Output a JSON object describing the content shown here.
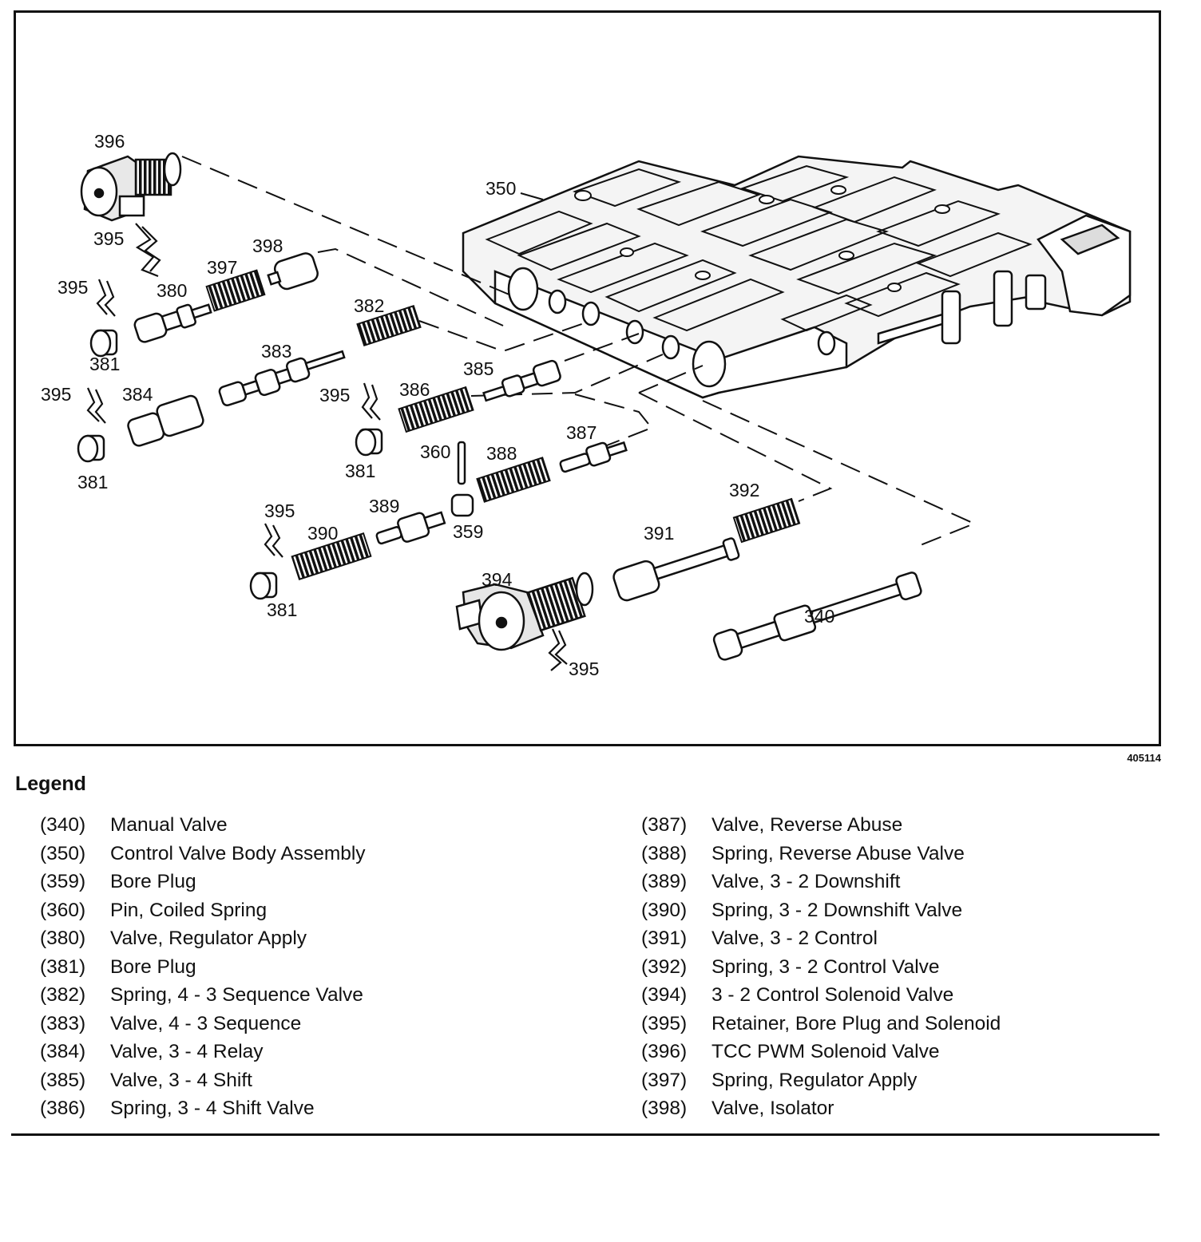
{
  "figure_id": "405114",
  "callouts": {
    "c396": "396",
    "c395a": "395",
    "c398": "398",
    "c397": "397",
    "c380": "380",
    "c395b": "395",
    "c381a": "381",
    "c350": "350",
    "c382": "382",
    "c383": "383",
    "c395c": "395",
    "c384": "384",
    "c381b": "381",
    "c385": "385",
    "c395d": "395",
    "c386": "386",
    "c381c": "381",
    "c360": "360",
    "c388": "388",
    "c387": "387",
    "c395e": "395",
    "c389": "389",
    "c359": "359",
    "c390": "390",
    "c381d": "381",
    "c392": "392",
    "c391": "391",
    "c394": "394",
    "c340": "340",
    "c395f": "395"
  },
  "legend": {
    "title": "Legend",
    "left": [
      {
        "num": "(340)",
        "desc": "Manual Valve"
      },
      {
        "num": "(350)",
        "desc": "Control Valve Body Assembly"
      },
      {
        "num": "(359)",
        "desc": "Bore Plug"
      },
      {
        "num": "(360)",
        "desc": "Pin, Coiled Spring"
      },
      {
        "num": "(380)",
        "desc": "Valve, Regulator Apply"
      },
      {
        "num": "(381)",
        "desc": "Bore Plug"
      },
      {
        "num": "(382)",
        "desc": "Spring, 4 - 3 Sequence Valve"
      },
      {
        "num": "(383)",
        "desc": "Valve, 4 - 3 Sequence"
      },
      {
        "num": "(384)",
        "desc": "Valve, 3 - 4 Relay"
      },
      {
        "num": "(385)",
        "desc": "Valve, 3 - 4 Shift"
      },
      {
        "num": "(386)",
        "desc": "Spring, 3 - 4 Shift Valve"
      }
    ],
    "right": [
      {
        "num": "(387)",
        "desc": "Valve, Reverse Abuse"
      },
      {
        "num": "(388)",
        "desc": "Spring, Reverse Abuse Valve"
      },
      {
        "num": "(389)",
        "desc": "Valve, 3 - 2 Downshift"
      },
      {
        "num": "(390)",
        "desc": "Spring, 3 - 2 Downshift Valve"
      },
      {
        "num": "(391)",
        "desc": "Valve, 3 - 2 Control"
      },
      {
        "num": "(392)",
        "desc": "Spring, 3 - 2 Control Valve"
      },
      {
        "num": "(394)",
        "desc": "3 - 2 Control Solenoid Valve"
      },
      {
        "num": "(395)",
        "desc": "Retainer, Bore Plug and Solenoid"
      },
      {
        "num": "(396)",
        "desc": "TCC PWM Solenoid Valve"
      },
      {
        "num": "(397)",
        "desc": "Spring, Regulator Apply"
      },
      {
        "num": "(398)",
        "desc": "Valve, Isolator"
      }
    ]
  }
}
